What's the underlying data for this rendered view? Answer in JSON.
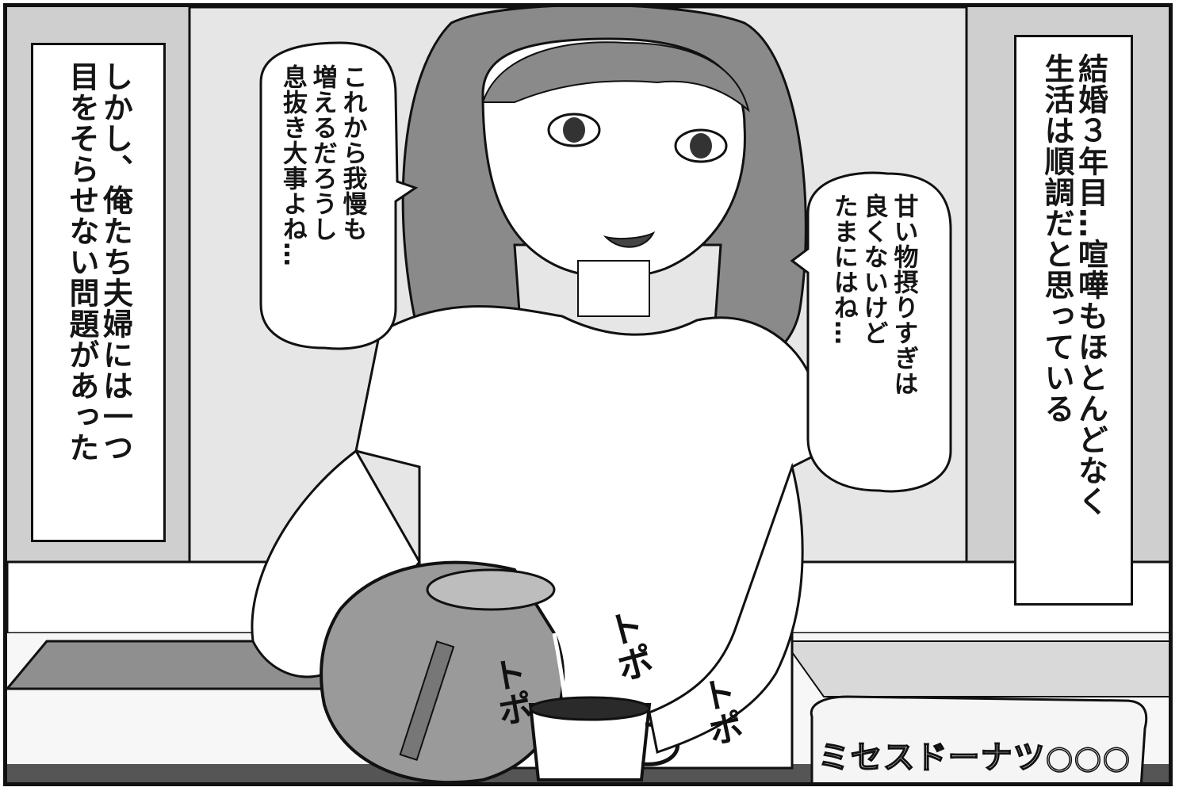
{
  "captions": {
    "right": "結婚３年目…喧嘩もほとんどなく\n生活は順調だと思っている",
    "left": "しかし、俺たち夫婦には一つ\n目をそらせない問題があった"
  },
  "bubbles": {
    "left": "これから我慢も\n増えるだろうし\n息抜き大事よね…",
    "right": "甘い物摂りすぎは\n良くないけど\nたまにはね…"
  },
  "sound_effects": [
    "トポ",
    "トポ",
    "トポ"
  ],
  "sign": {
    "text": "ミセスドーナツ○○○"
  },
  "colors": {
    "ink": "#111111",
    "wall": "#c8c8c8",
    "screentone": "#9a9a9a",
    "hair": "#8a8a8a"
  }
}
